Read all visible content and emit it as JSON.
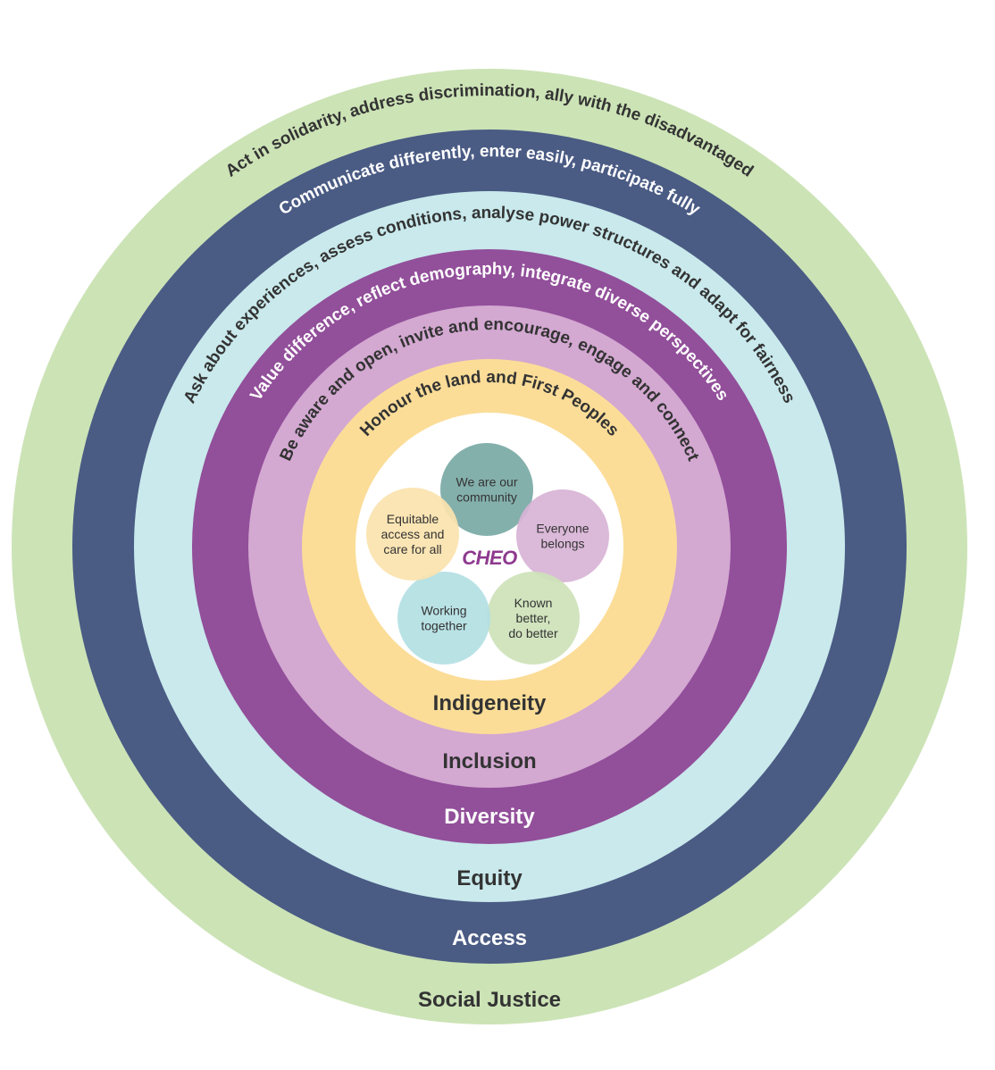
{
  "colors": {
    "social_justice": "#cce3b6",
    "access": "#4a5b84",
    "equity": "#c9e9ec",
    "diversity": "#924f9a",
    "inclusion": "#d3a8d1",
    "indigeneity": "#fbdd98",
    "center": "#ffffff",
    "logo": "#8e3a8f",
    "dark_text": "#333333",
    "light_text": "#ffffff"
  },
  "rings": [
    {
      "key": "social_justice",
      "label": "Social Justice",
      "arc_text": "Act in solidarity, address discrimination, ally with the disadvantaged"
    },
    {
      "key": "access",
      "label": "Access",
      "arc_text": "Communicate differently, enter easily, participate fully"
    },
    {
      "key": "equity",
      "label": "Equity",
      "arc_text": "Ask about experiences, assess conditions, analyse power structures and adapt for fairness"
    },
    {
      "key": "diversity",
      "label": "Diversity",
      "arc_text": "Value difference, reflect demography, integrate diverse perspectives"
    },
    {
      "key": "inclusion",
      "label": "Inclusion",
      "arc_text": "Be aware and open, invite and encourage, engage and connect"
    },
    {
      "key": "indigeneity",
      "label": "Indigeneity",
      "arc_text": "Honour the land and First Peoples"
    }
  ],
  "center": {
    "logo": "CHEO",
    "values": [
      {
        "key": "community",
        "lines": [
          "We are our",
          "community"
        ],
        "color": "#7aa9a5"
      },
      {
        "key": "belongs",
        "lines": [
          "Everyone",
          "belongs"
        ],
        "color": "#d8b3d6"
      },
      {
        "key": "known",
        "lines": [
          "Known",
          "better,",
          "do better"
        ],
        "color": "#cde2b8"
      },
      {
        "key": "together",
        "lines": [
          "Working",
          "together"
        ],
        "color": "#b3e0e3"
      },
      {
        "key": "equitable",
        "lines": [
          "Equitable",
          "access and",
          "care for all"
        ],
        "color": "#fbe3ae"
      }
    ]
  }
}
